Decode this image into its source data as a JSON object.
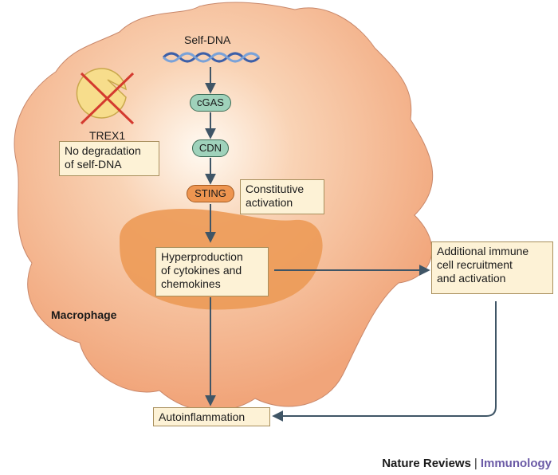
{
  "diagram": {
    "self_dna": "Self-DNA",
    "cgas": "cGAS",
    "cdn": "CDN",
    "sting": "STING",
    "trex1": "TREX1",
    "no_degradation": [
      "No degradation",
      "of self-DNA"
    ],
    "constitutive": [
      "Constitutive",
      "activation"
    ],
    "hyperproduction": [
      "Hyperproduction",
      "of cytokines and",
      "chemokines"
    ],
    "macrophage": "Macrophage",
    "additional": [
      "Additional immune",
      "cell recruitment",
      "and activation"
    ],
    "autoinflammation": "Autoinflammation"
  },
  "footer": {
    "journal": "Nature Reviews",
    "separator": "|",
    "section": "Immunology"
  },
  "colors": {
    "cell": "#f4b48a",
    "nucleus": "#ec9a56",
    "box": "#fdf2d6",
    "arrow": "#3f5566",
    "accent": "#6b5aa6"
  }
}
